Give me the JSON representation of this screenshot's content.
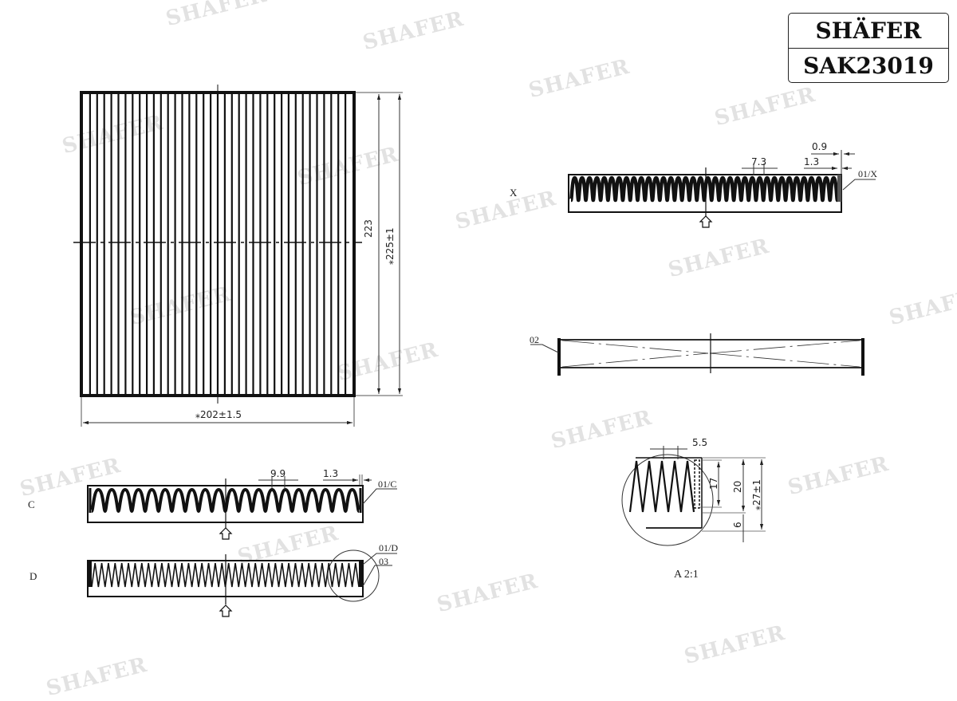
{
  "brand": {
    "name": "SHÄFER",
    "part_number": "SAK23019"
  },
  "watermark": {
    "text": "SHAFER",
    "color": "#e2e2e2"
  },
  "top_view": {
    "width_dim": "⁎202±1.5",
    "inner_height_dim": "223",
    "outer_height_dim": "⁎225±1",
    "pleat_count": 38
  },
  "section_x": {
    "label": "X",
    "pitch_dim": "7.3",
    "edge_dim": "1.3",
    "thickness_dim": "0.9",
    "callout": "01/X"
  },
  "side_view": {
    "callout": "02"
  },
  "section_c": {
    "label": "C",
    "pitch_dim": "9.9",
    "edge_dim": "1.3",
    "callout": "01/C"
  },
  "section_d": {
    "label": "D",
    "callout_1": "01/D",
    "callout_2": "03"
  },
  "detail_a": {
    "pitch_dim": "5.5",
    "pleat_height_dim": "17",
    "media_height_dim": "20",
    "base_dim": "6",
    "total_height_dim": "⁎27±1",
    "caption": "A 2:1"
  }
}
